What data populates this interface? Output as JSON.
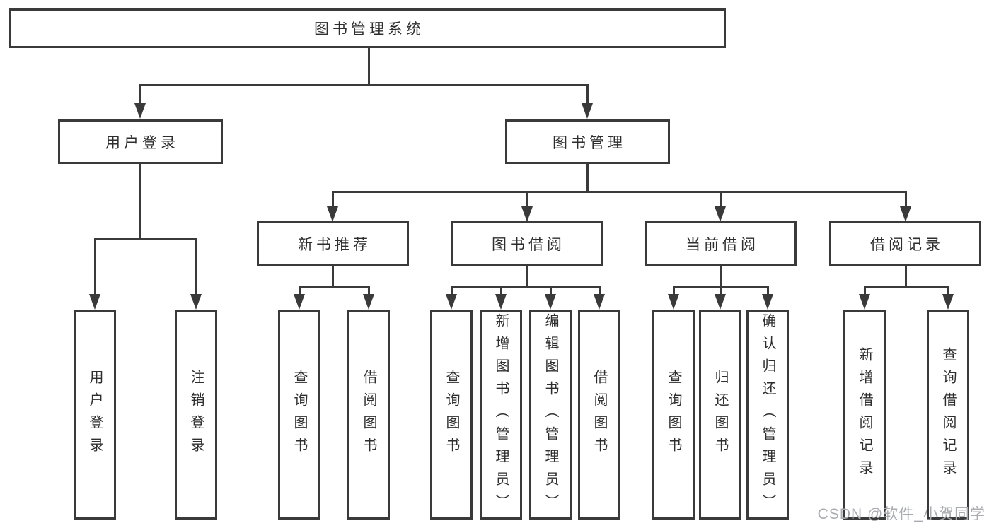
{
  "diagram": {
    "root": {
      "label": "图书管理系统"
    },
    "level2": {
      "user_login": {
        "label": "用户登录"
      },
      "book_management": {
        "label": "图书管理"
      }
    },
    "level3": {
      "new_book_recommend": {
        "label": "新书推荐"
      },
      "book_borrow": {
        "label": "图书借阅"
      },
      "current_borrow": {
        "label": "当前借阅"
      },
      "borrow_records": {
        "label": "借阅记录"
      }
    },
    "leaves": {
      "user_login": [
        "用户登录",
        "注销登录"
      ],
      "new_book_recommend": [
        "查询图书",
        "借阅图书"
      ],
      "book_borrow": [
        "查询图书",
        "新增图书（管理员）",
        "编辑图书（管理员）",
        "借阅图书"
      ],
      "current_borrow": [
        "查询图书",
        "归还图书",
        "确认归还（管理员）"
      ],
      "borrow_records": [
        "新增借阅记录",
        "查询借阅记录"
      ]
    },
    "line_color": "#3a3a3a"
  },
  "watermark": {
    "text": "CSDN @软件_小贺同学"
  }
}
